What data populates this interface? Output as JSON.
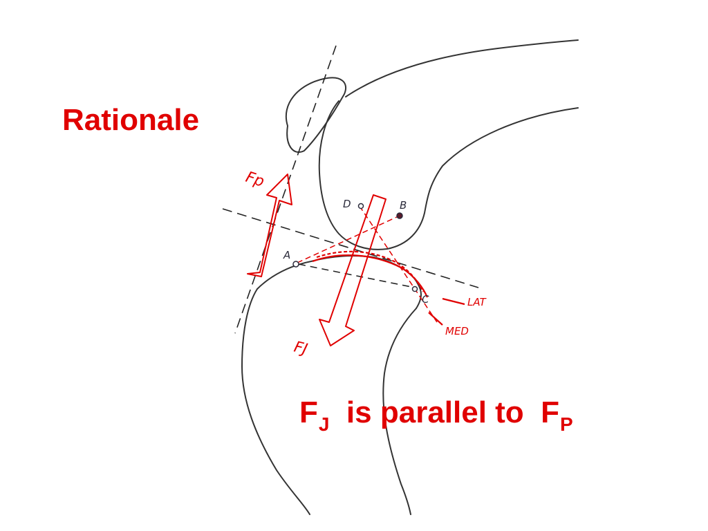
{
  "title": "Rationale",
  "caption": {
    "lhs_main": "F",
    "lhs_sub": "J",
    "middle": "is parallel to",
    "rhs_main": "F",
    "rhs_sub": "P"
  },
  "labels": {
    "force_patellar": "Fp",
    "force_joint": "FJ",
    "point_a": "A",
    "point_b": "B",
    "point_c": "C",
    "point_d": "D",
    "lateral": "LAT",
    "medial": "MED"
  },
  "colors": {
    "accent": "#e00000",
    "sketch": "#333333",
    "guide": "#222222",
    "ink": "#2a2a3a"
  }
}
